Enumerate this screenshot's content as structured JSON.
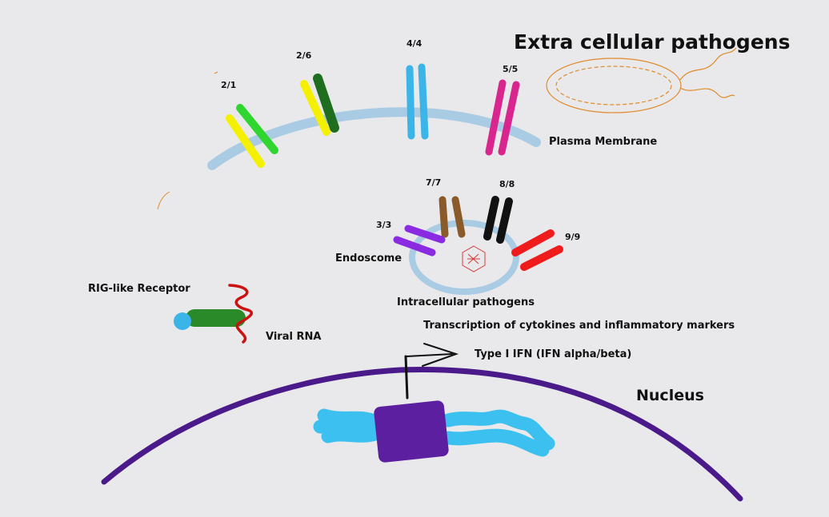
{
  "title": "Extra cellular pathogens",
  "membrane_label": "Plasma Membrane",
  "endosome_label": "Endoscome",
  "intracellular_label": "Intracellular pathogens",
  "rig_label": "RIG-like Receptor",
  "viral_rna_label": "Viral RNA",
  "transcription_label": "Transcription of cytokines and inflammatory markers",
  "ifn_label": "Type I IFN (IFN alpha/beta)",
  "nucleus_label": "Nucleus",
  "receptors": [
    {
      "label": "2/1",
      "colors": [
        "#f5f000",
        "#2fd62f"
      ]
    },
    {
      "label": "2/6",
      "colors": [
        "#f5f000",
        "#1f6e1f"
      ]
    },
    {
      "label": "4/4",
      "colors": [
        "#3bb4e8",
        "#3bb4e8"
      ]
    },
    {
      "label": "5/5",
      "colors": [
        "#d9268f",
        "#d9268f"
      ]
    },
    {
      "label": "7/7",
      "colors": [
        "#8b5a2b",
        "#8b5a2b"
      ]
    },
    {
      "label": "8/8",
      "colors": [
        "#111111",
        "#111111"
      ]
    },
    {
      "label": "3/3",
      "colors": [
        "#8a2be2",
        "#8a2be2"
      ]
    },
    {
      "label": "9/9",
      "colors": [
        "#f01c1c",
        "#f01c1c"
      ]
    }
  ],
  "colors": {
    "membrane": "#a9cbe4",
    "nucleus": "#4b1a8a",
    "dna": "#3cc0f0",
    "nuclear_box": "#5b1fa0",
    "pathogen": "#e08a2a",
    "viral_rna": "#cc1111",
    "rig": "#2a8a2a",
    "rig_head": "#3bb4e8"
  }
}
